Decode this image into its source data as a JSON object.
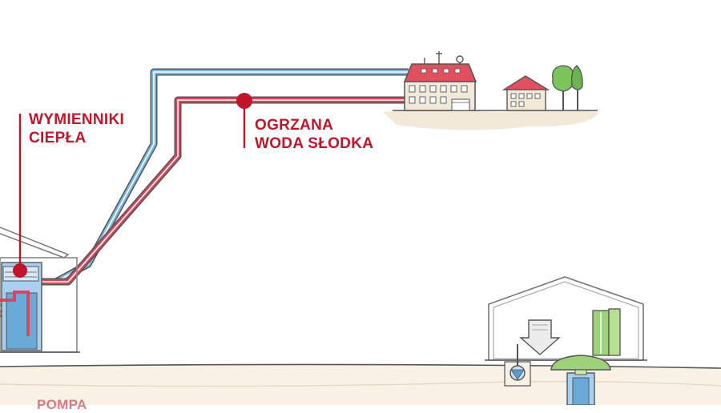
{
  "labels": {
    "heat_exchangers_line1": "WYMIENNIKI",
    "heat_exchangers_line2": "CIEPŁA",
    "heated_water_line1": "OGRZANA",
    "heated_water_line2": "WODA SŁODKA",
    "pump_partial": "POMPA"
  },
  "colors": {
    "hot_pipe": "#d9455a",
    "cold_pipe": "#7ab8e3",
    "accent_red": "#c0152a",
    "roof_red": "#e0505e",
    "ground": "#f3e9d8",
    "tank_green": "#9ed27a",
    "outline": "#555555"
  },
  "icons": [
    "building-icon",
    "house-icon",
    "tree-icon",
    "heat-exchanger-icon",
    "pump-house-icon",
    "down-arrow-icon",
    "valve-gauge-icon"
  ]
}
